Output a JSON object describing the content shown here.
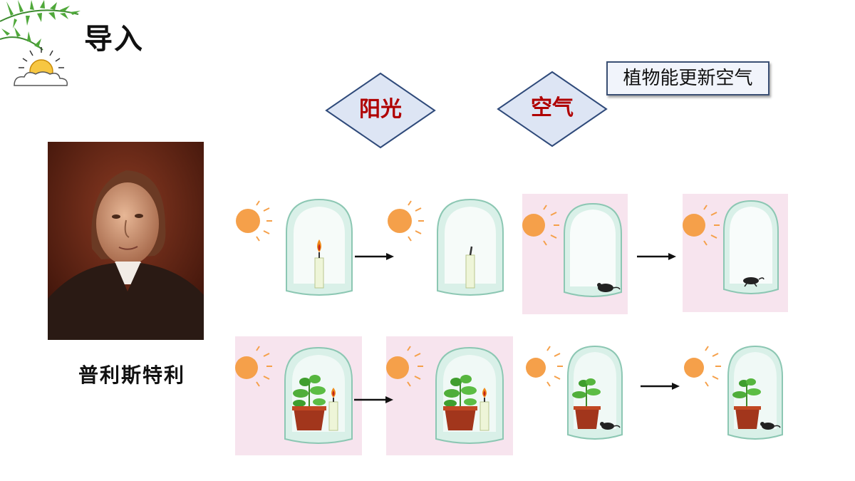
{
  "header": {
    "title": "导入"
  },
  "scientist": {
    "name": "普利斯特利"
  },
  "concepts": {
    "light": "阳光",
    "air": "空气"
  },
  "conclusion": "植物能更新空气",
  "colors": {
    "sun": "#f5a04a",
    "diamond_fill": "#dde5f4",
    "diamond_stroke": "#2f4a7a",
    "label_red": "#b00000",
    "pink_bg": "#f7e4ee",
    "glass": "#d9f0e8"
  },
  "experiments": [
    {
      "row": "top",
      "subject": "candle",
      "plant": false,
      "before": "burning",
      "after": "extinguished"
    },
    {
      "row": "top",
      "subject": "mouse",
      "plant": false,
      "before": "alive",
      "after": "dead"
    },
    {
      "row": "bottom",
      "subject": "candle",
      "plant": true,
      "before": "burning",
      "after": "burning"
    },
    {
      "row": "bottom",
      "subject": "mouse",
      "plant": true,
      "before": "alive",
      "after": "alive"
    }
  ]
}
